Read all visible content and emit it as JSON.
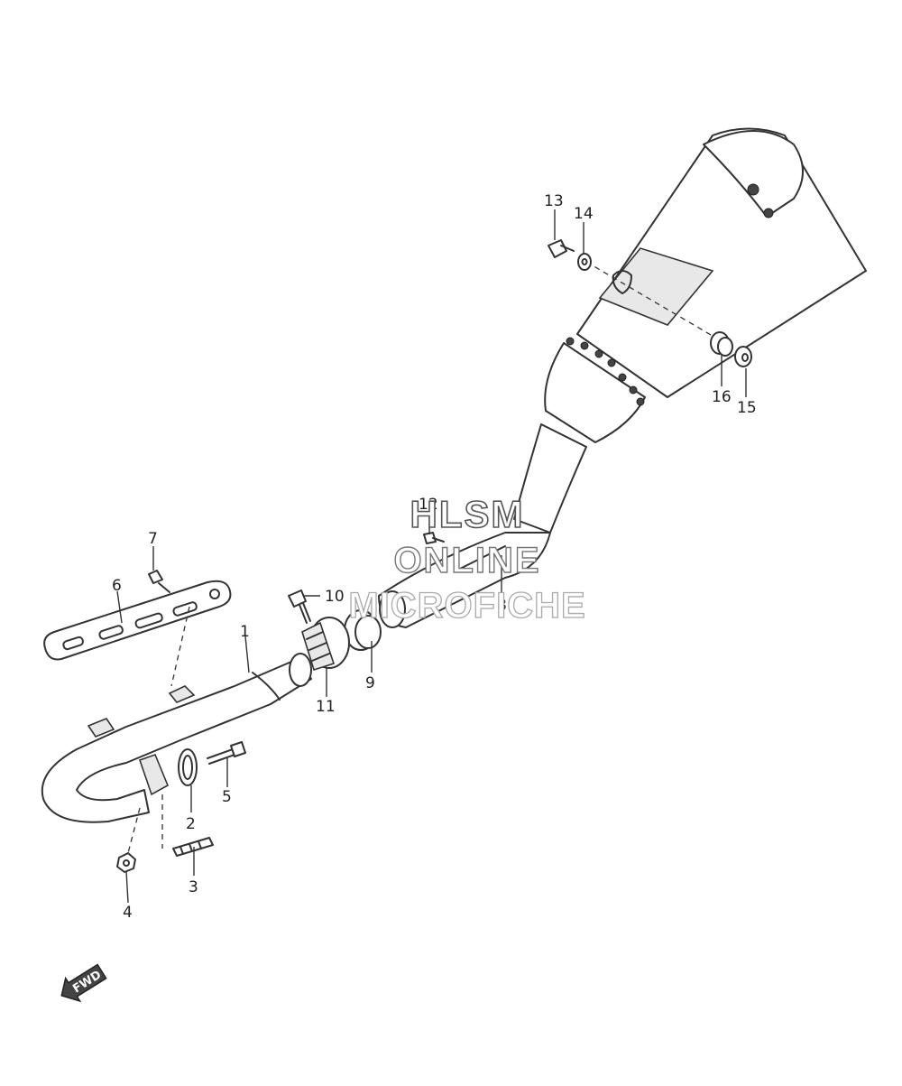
{
  "diagram": {
    "callouts": {
      "p1": "1",
      "p2": "2",
      "p3": "3",
      "p4": "4",
      "p5": "5",
      "p6": "6",
      "p7": "7",
      "p8": "8",
      "p9": "9",
      "p10": "10",
      "p11": "11",
      "p12": "12",
      "p13": "13",
      "p14": "14",
      "p15": "15",
      "p16": "16"
    },
    "watermark": {
      "line1": "HLSM",
      "line2": "ONLINE",
      "line3": "MICROFICHE"
    },
    "fwd_arrow": {
      "label": "FWD",
      "icon": "fwd-arrow-icon"
    }
  }
}
